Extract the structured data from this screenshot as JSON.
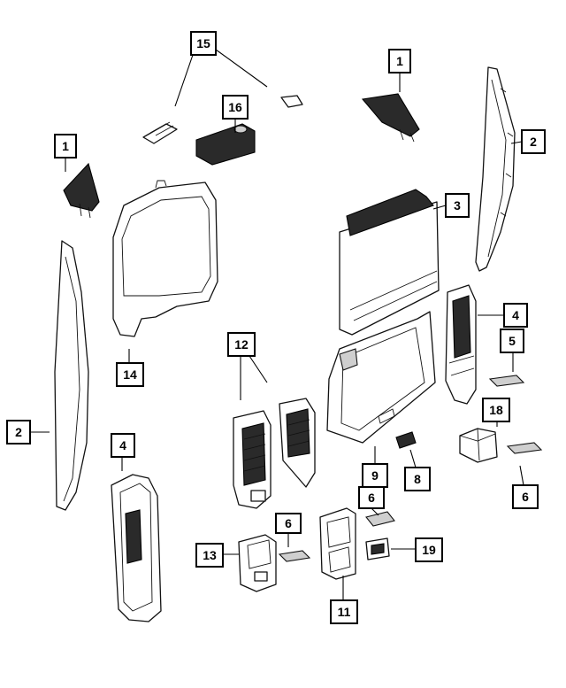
{
  "callouts": [
    {
      "id": "c15",
      "label": "15"
    },
    {
      "id": "c1a",
      "label": "1"
    },
    {
      "id": "c16",
      "label": "16"
    },
    {
      "id": "c1b",
      "label": "1"
    },
    {
      "id": "c2a",
      "label": "2"
    },
    {
      "id": "c3",
      "label": "3"
    },
    {
      "id": "c4a",
      "label": "4"
    },
    {
      "id": "c5",
      "label": "5"
    },
    {
      "id": "c14",
      "label": "14"
    },
    {
      "id": "c12",
      "label": "12"
    },
    {
      "id": "c18",
      "label": "18"
    },
    {
      "id": "c2b",
      "label": "2"
    },
    {
      "id": "c4b",
      "label": "4"
    },
    {
      "id": "c9",
      "label": "9"
    },
    {
      "id": "c8",
      "label": "8"
    },
    {
      "id": "c6a",
      "label": "6"
    },
    {
      "id": "c6b",
      "label": "6"
    },
    {
      "id": "c6c",
      "label": "6"
    },
    {
      "id": "c13",
      "label": "13"
    },
    {
      "id": "c19",
      "label": "19"
    },
    {
      "id": "c11",
      "label": "11"
    }
  ],
  "colors": {
    "line": "#000000",
    "fill": "#ffffff",
    "dark": "#2a2a2a"
  }
}
